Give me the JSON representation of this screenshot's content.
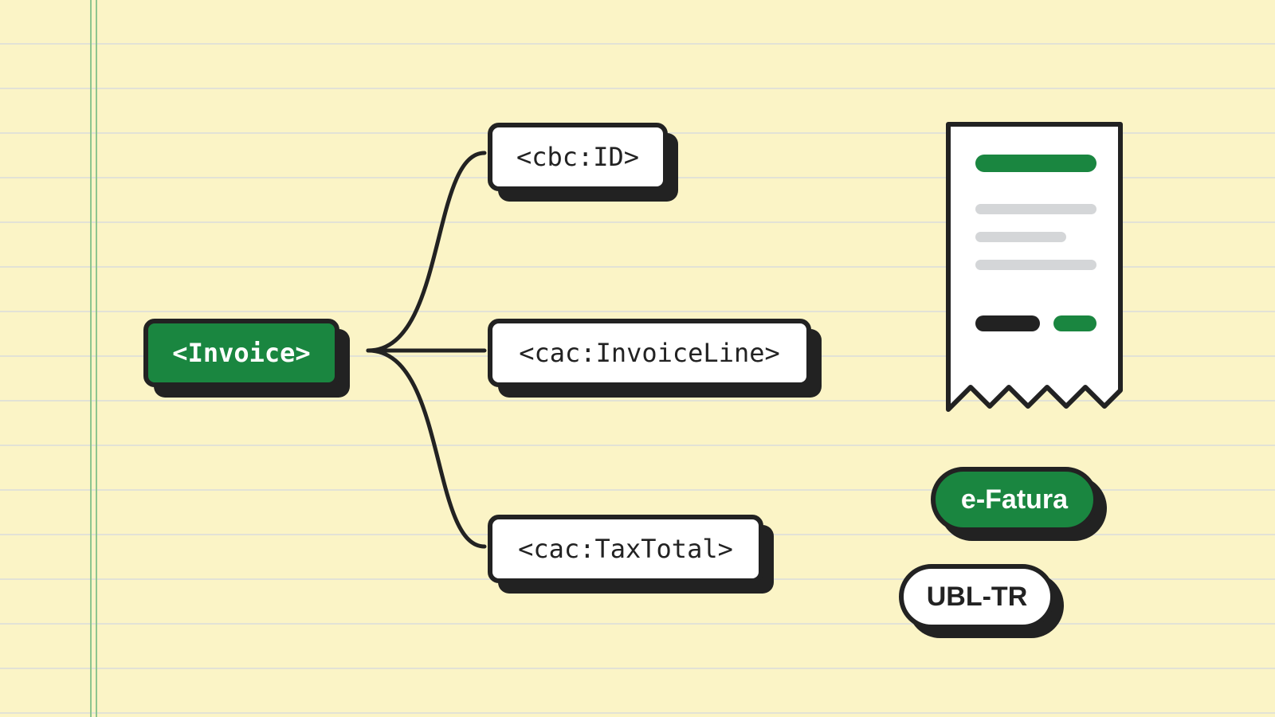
{
  "tree": {
    "root": {
      "label": "<Invoice>"
    },
    "children": [
      {
        "label": "<cbc:ID>"
      },
      {
        "label": "<cac:InvoiceLine>"
      },
      {
        "label": "<cac:TaxTotal>"
      }
    ]
  },
  "badges": {
    "format": "e-Fatura",
    "standard": "UBL-TR"
  },
  "colors": {
    "accent_green": "#1a8640",
    "ink": "#222222",
    "paper": "#fbf4c6",
    "ruled_line": "#e2e2d6",
    "margin_line": "#8ec58e",
    "placeholder_gray": "#d4d6d8"
  },
  "icons": {
    "receipt": "receipt-icon"
  }
}
